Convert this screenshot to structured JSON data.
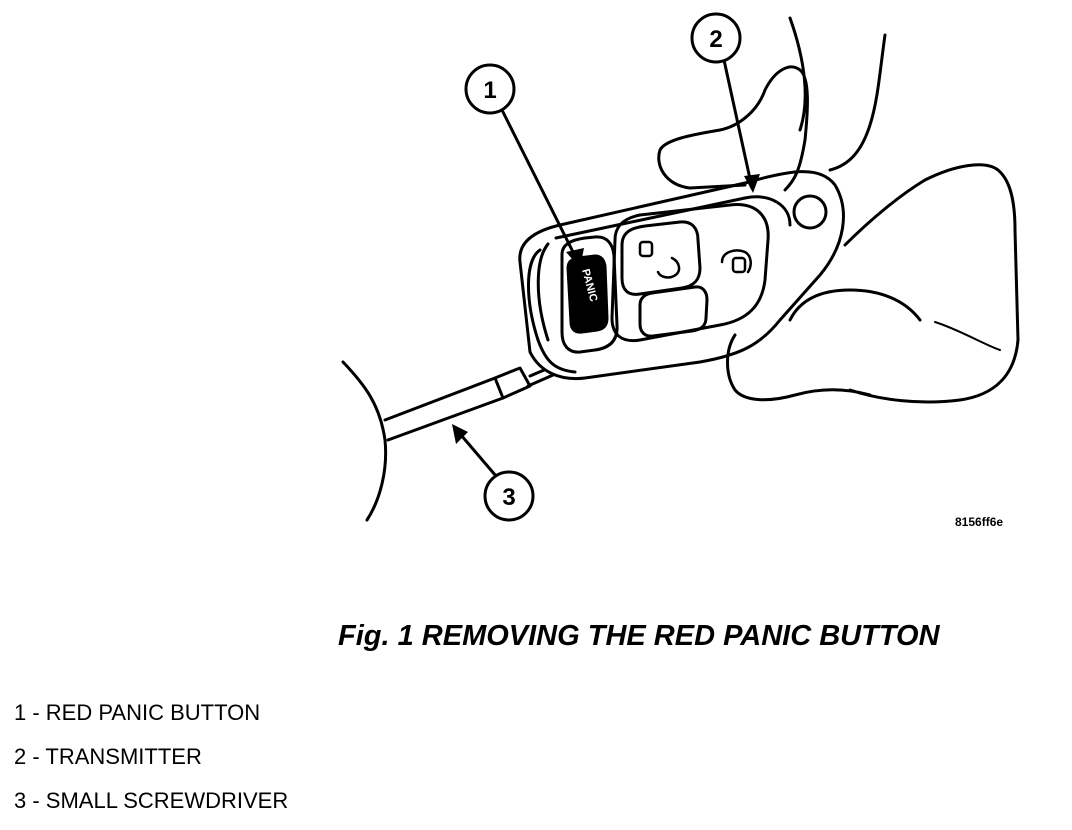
{
  "figure": {
    "figure_code": "8156ff6e",
    "callouts": [
      "1",
      "2",
      "3"
    ],
    "panic_label": "PANIC",
    "caption": "Fig. 1 REMOVING THE RED PANIC BUTTON"
  },
  "legend": {
    "items": [
      "1 - RED PANIC BUTTON",
      "2 - TRANSMITTER",
      "3 - SMALL SCREWDRIVER"
    ]
  }
}
